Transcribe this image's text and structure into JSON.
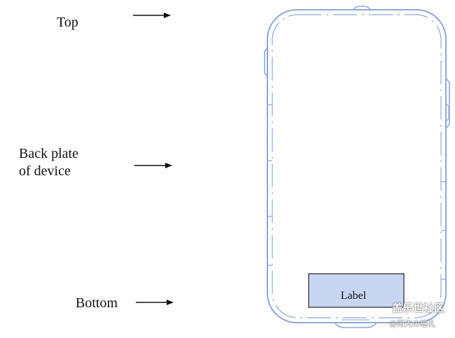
{
  "callouts": {
    "top": "Top",
    "back_plate_line1": "Back plate",
    "back_plate_line2": "of device",
    "bottom": "Bottom"
  },
  "device": {
    "label_text": "Label",
    "outline_color": "#8fa6dc",
    "label_fill": "#c8d6f1",
    "label_border": "#222222"
  },
  "arrow_color": "#111111",
  "watermark": {
    "line1": "盖乐世社区",
    "line2": "@阳光の瞳孔"
  }
}
